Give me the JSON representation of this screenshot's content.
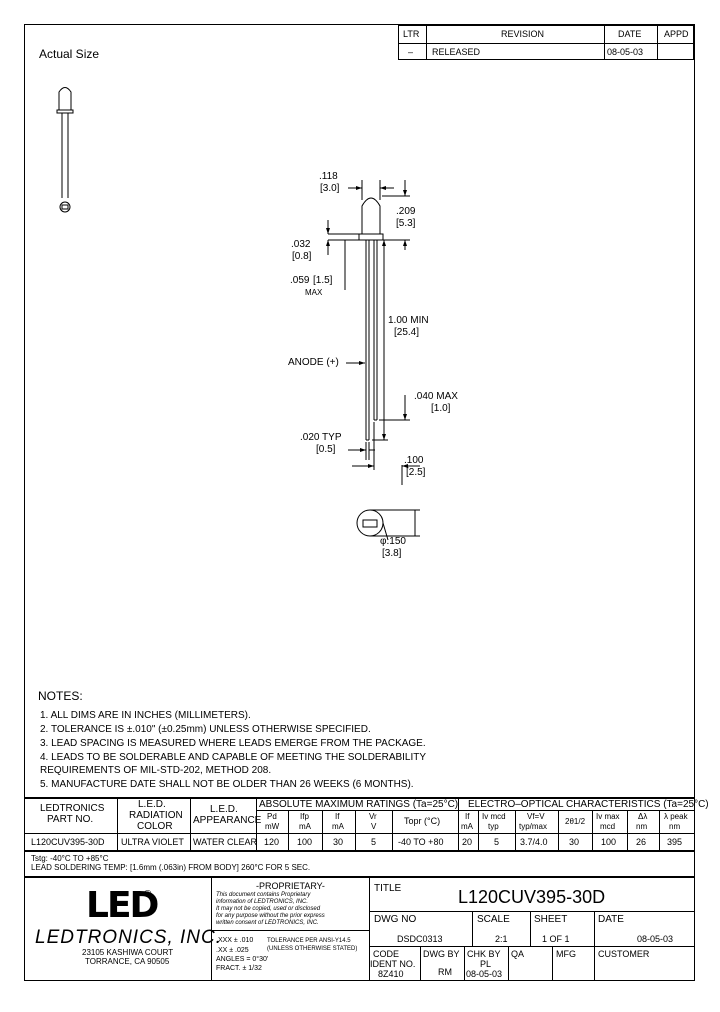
{
  "revision_block": {
    "headers": {
      "ltr": "LTR",
      "revision": "REVISION",
      "date": "DATE",
      "appd": "APPD"
    },
    "row": {
      "ltr": "–",
      "revision": "RELEASED",
      "date": "08-05-03",
      "appd": ""
    }
  },
  "actual_size_label": "Actual Size",
  "dims": {
    "d118": ".118",
    "d118_mm": "[3.0]",
    "d209": ".209",
    "d209_mm": "[5.3]",
    "d032": ".032",
    "d032_mm": "[0.8]",
    "d059": ".059",
    "d059_mm": "[1.5]",
    "d059_max": "MAX",
    "d100min": "1.00 MIN",
    "d100min_mm": "[25.4]",
    "anode": "ANODE (+)",
    "d040": ".040 MAX",
    "d040_mm": "[1.0]",
    "d020": ".020 TYP",
    "d020_mm": "[0.5]",
    "d100": ".100",
    "d100_mm": "[2.5]",
    "d150": "φ.150",
    "d150_mm": "[3.8]"
  },
  "notes": {
    "title": "NOTES:",
    "items": [
      "1.  ALL DIMS ARE IN INCHES (MILLIMETERS).",
      "2.  TOLERANCE IS ±.010\" (±0.25mm) UNLESS OTHERWISE SPECIFIED.",
      "3.  LEAD SPACING IS MEASURED WHERE LEADS EMERGE FROM THE PACKAGE.",
      "4.  LEADS TO BE SOLDERABLE AND CAPABLE OF MEETING THE SOLDERABILITY",
      "     REQUIREMENTS OF MIL-STD-202, METHOD 208.",
      "5.  MANUFACTURE DATE SHALL NOT BE OLDER THAN 26 WEEKS (6 MONTHS)."
    ]
  },
  "spec_table": {
    "h_ledtronics": "LEDTRONICS",
    "h_partno": "PART NO.",
    "h_led1": "L.E.D.",
    "h_radiation": "RADIATION",
    "h_color": "COLOR",
    "h_led2": "L.E.D.",
    "h_appearance": "APPEARANCE",
    "h_abs": "ABSOLUTE  MAXIMUM  RATINGS  (Ta=25°C)",
    "h_eo": "ELECTRO–OPTICAL  CHARACTERISTICS  (Ta=25°C)",
    "sub_headers": [
      [
        "Pd",
        "mW"
      ],
      [
        "Ifp",
        "mA"
      ],
      [
        "If",
        "mA"
      ],
      [
        "Vr",
        "V"
      ],
      [
        "Topr (°C)",
        ""
      ],
      [
        "If",
        "mA"
      ],
      [
        "Iv mcd",
        "typ"
      ],
      [
        "Vf=V",
        "typ/max"
      ],
      [
        "2θ1/2",
        ""
      ],
      [
        "Iv max",
        "mcd"
      ],
      [
        "Δλ",
        "nm"
      ],
      [
        "λ peak",
        "nm"
      ]
    ],
    "row": {
      "part": "L120CUV395-30D",
      "color": "ULTRA VIOLET",
      "appearance": "WATER CLEAR",
      "pd": "120",
      "ifp": "100",
      "if": "30",
      "vr": "5",
      "topr": "-40  TO  +80",
      "if2": "20",
      "iv": "5",
      "vf": "3.7/4.0",
      "angle": "30",
      "ivmax": "100",
      "dl": "26",
      "lpeak": "395"
    }
  },
  "storage_notes": [
    "Tstg: -40°C TO +85°C",
    "LEAD SOLDERING TEMP: [1.6mm (.063in) FROM BODY] 260°C FOR 5 SEC."
  ],
  "title_block": {
    "logo": "LED",
    "company": "LEDTRONICS, INC.",
    "address1": "23105 KASHIWA COURT",
    "address2": "TORRANCE, CA 90505",
    "proprietary_title": "-PROPRIETARY-",
    "proprietary_text": [
      "This document contains Proprietary",
      "information of LEDTRONICS, INC.",
      "It may not be copied, used or disclosed",
      "for any purpose without the prior express",
      "written consent of LEDTRONICS, INC."
    ],
    "tol1": ".XXX  ±  .010",
    "tol2": ".XX  ±  .025",
    "tol3": "ANGLES  =  0°30'",
    "tol4": "FRACT.  ±  1/32",
    "tol_note1": "TOLERANCE PER ANSI-Y14.5",
    "tol_note2": "(UNLESS OTHERWISE STATED)",
    "title_label": "TITLE",
    "title_value": "L120CUV395-30D",
    "dwgno_label": "DWG NO",
    "dwgno_value": "DSDC0313",
    "scale_label": "SCALE",
    "scale_value": "2:1",
    "sheet_label": "SHEET",
    "sheet_value": "1  OF  1",
    "date_label": "DATE",
    "date_value": "08-05-03",
    "code_label": "CODE",
    "ident_label": "IDENT NO.",
    "code_value": "8Z410",
    "dwgby_label": "DWG BY",
    "dwgby_value": "RM",
    "chkby_label": "CHK BY",
    "chkby_value": "PL",
    "chkby_date": "08-05-03",
    "qa_label": "QA",
    "mfg_label": "MFG",
    "customer_label": "CUSTOMER"
  }
}
